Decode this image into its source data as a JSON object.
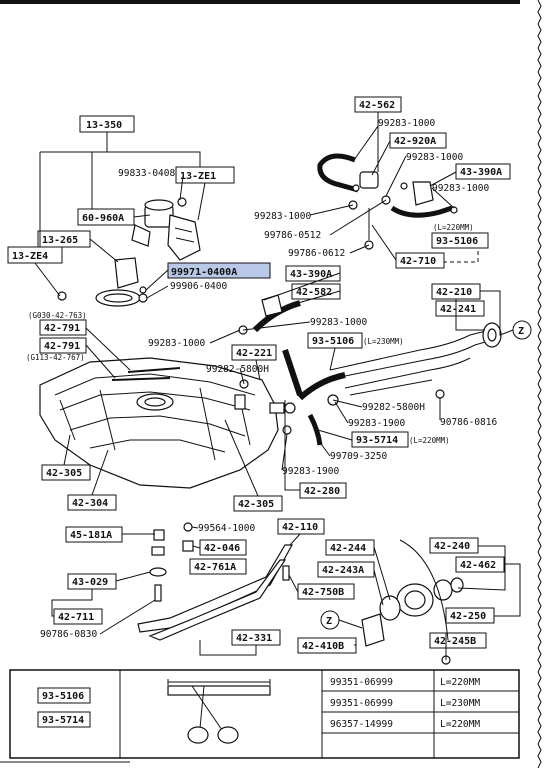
{
  "diagram": {
    "callouts": {
      "c_13_350": "13-350",
      "c_99833": "99833-0408",
      "c_13_ze1": "13-ZE1",
      "c_60_960a": "60-960A",
      "c_13_265": "13-265",
      "c_13_ze4": "13-ZE4",
      "c_99971": "99971-0400A",
      "c_99906": "99906-0400",
      "c_g030": "(G030-42-763)",
      "c_42_791a": "42-791",
      "c_42_791b": "42-791",
      "c_g113": "(G113-42-767)",
      "c_99283_1000_left": "99283-1000",
      "c_99282_5800h_a": "99282-5800H",
      "c_42_221": "42-221",
      "c_42_305a": "42-305",
      "c_42_304": "42-304",
      "c_42_305b": "42-305",
      "c_45_181a": "45-181A",
      "c_99564": "99564-1000",
      "c_42_110": "42-110",
      "c_42_046": "42-046",
      "c_42_761a": "42-761A",
      "c_43_029": "43-029",
      "c_42_711": "42-711",
      "c_90786_0830": "90786-0830",
      "c_42_750b": "42-750B",
      "c_42_331": "42-331",
      "c_42_410b": "42-410B",
      "c_42_562": "42-562",
      "c_99283_1000_t1": "99283-1000",
      "c_42_920a": "42-920A",
      "c_99283_1000_t2": "99283-1000",
      "c_43_390a_r": "43-390A",
      "c_99283_1000_t3": "99283-1000",
      "c_99283_1000_t4": "99283-1000",
      "c_l220_top": "(L=220MM)",
      "c_93_5106_top": "93-5106",
      "c_99786_0512": "99786-0512",
      "c_99786_0612": "99786-0612",
      "c_42_710": "42-710",
      "c_43_390a_m": "43-390A",
      "c_42_582": "42-582",
      "c_99283_1000_m": "99283-1000",
      "c_93_5106_mid": "93-5106",
      "c_l230_mid": "(L=230MM)",
      "c_42_210": "42-210",
      "c_42_241": "42-241",
      "c_z_top": "Z",
      "c_99282_5800h_b": "99282-5800H",
      "c_90786_0816": "90786-0816",
      "c_99283_1900_a": "99283-1900",
      "c_93_5714": "93-5714",
      "c_l220_mid": "(L=220MM)",
      "c_99709": "99709-3250",
      "c_99283_1900_b": "99283-1900",
      "c_42_280": "42-280",
      "c_42_244": "42-244",
      "c_42_240": "42-240",
      "c_42_243a": "42-243A",
      "c_42_462": "42-462",
      "c_z_bottom": "Z",
      "c_42_250": "42-250",
      "c_42_245b": "42-245B"
    },
    "hose_table": {
      "left_labels": [
        "93-5106",
        "93-5714"
      ],
      "rows": [
        {
          "part": "99351-06999",
          "length": "L=220MM"
        },
        {
          "part": "99351-06999",
          "length": "L=230MM"
        },
        {
          "part": "96357-14999",
          "length": "L=220MM"
        }
      ]
    }
  }
}
